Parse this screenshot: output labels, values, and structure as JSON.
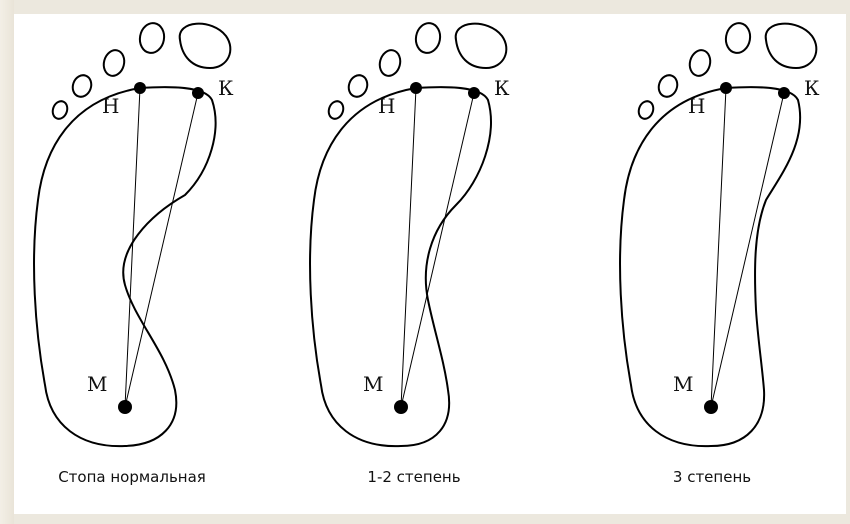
{
  "feet": [
    {
      "caption": "Стопа нормальная",
      "labels": {
        "n": "Н",
        "k": "К",
        "m": "М"
      }
    },
    {
      "caption": "1-2 степень",
      "labels": {
        "n": "Н",
        "k": "К",
        "m": "М"
      }
    },
    {
      "caption": "3 степень",
      "labels": {
        "n": "Н",
        "k": "К",
        "m": "М"
      }
    }
  ],
  "colors": {
    "stroke": "#000000",
    "background": "#ffffff"
  }
}
